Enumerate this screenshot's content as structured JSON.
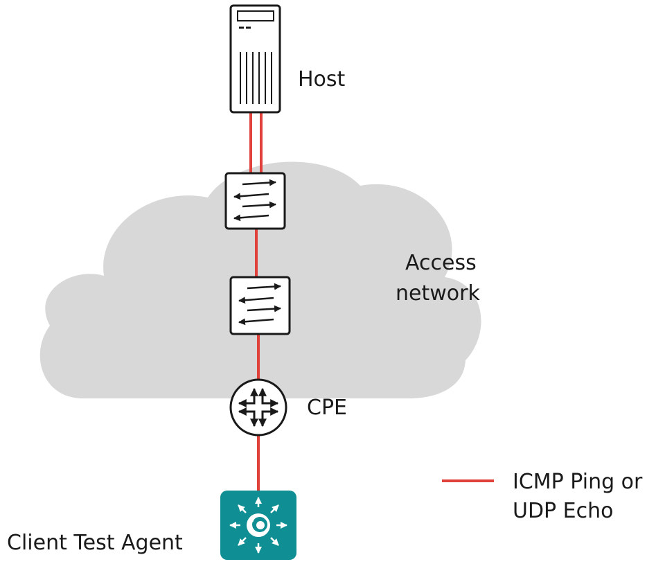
{
  "labels": {
    "host": "Host",
    "access_network_line1": "Access",
    "access_network_line2": "network",
    "cpe": "CPE",
    "client_test_agent": "Client Test Agent"
  },
  "legend": {
    "line_label_line1": "ICMP Ping or",
    "line_label_line2": "UDP Echo"
  },
  "colors": {
    "test_path": "#e0413a",
    "cloud_fill": "#d8d8d8",
    "agent_fill": "#0f8f93",
    "outline": "#1a1a1a",
    "text": "#1a1a1a"
  },
  "icons": {
    "host": "server-tower-icon",
    "switch": "switch-arrows-icon",
    "router": "router-cross-arrows-icon",
    "agent": "test-agent-icon",
    "cloud": "cloud-icon"
  }
}
